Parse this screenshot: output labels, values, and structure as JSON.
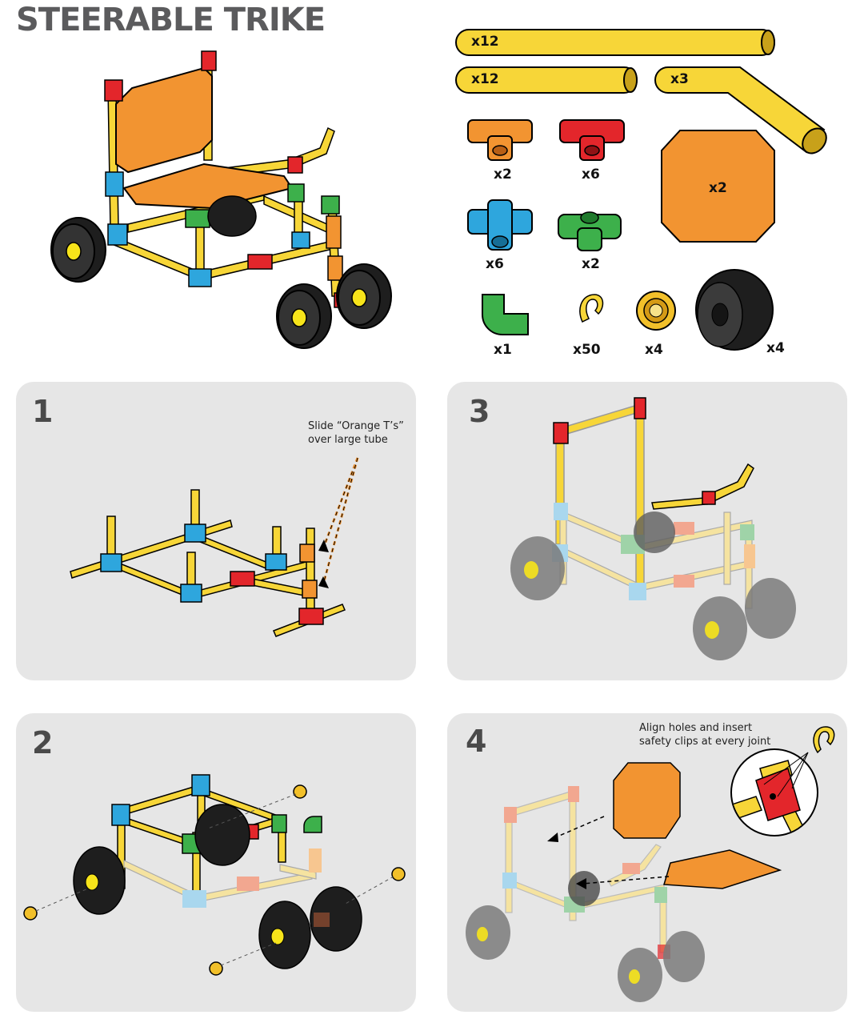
{
  "title": "STEERABLE TRIKE",
  "parts": {
    "long_tube_qty": "x12",
    "medium_tube_qty": "x12",
    "bent_tube_qty": "x3",
    "orange_t_qty": "x2",
    "red_t_qty": "x6",
    "blue_cross_qty": "x6",
    "green_corner_qty": "x2",
    "seat_panel_qty": "x2",
    "green_elbow_qty": "x1",
    "safety_clip_qty": "x50",
    "washer_qty": "x4",
    "wheel_qty": "x4"
  },
  "steps": [
    {
      "number": "1",
      "note_line1": "Slide “Orange T’s”",
      "note_line2": "over large tube"
    },
    {
      "number": "2"
    },
    {
      "number": "3"
    },
    {
      "number": "4",
      "note_line1": "Align holes and insert",
      "note_line2": "safety clips at every joint"
    }
  ],
  "colors": {
    "tube_yellow": "#f7d638",
    "orange": "#f29431",
    "red": "#e3262b",
    "blue": "#2ea6dd",
    "green": "#3db04b",
    "wheel": "#2b2b2b",
    "panel_bg": "#e6e6e6",
    "title_gray": "#5b5b5d"
  }
}
